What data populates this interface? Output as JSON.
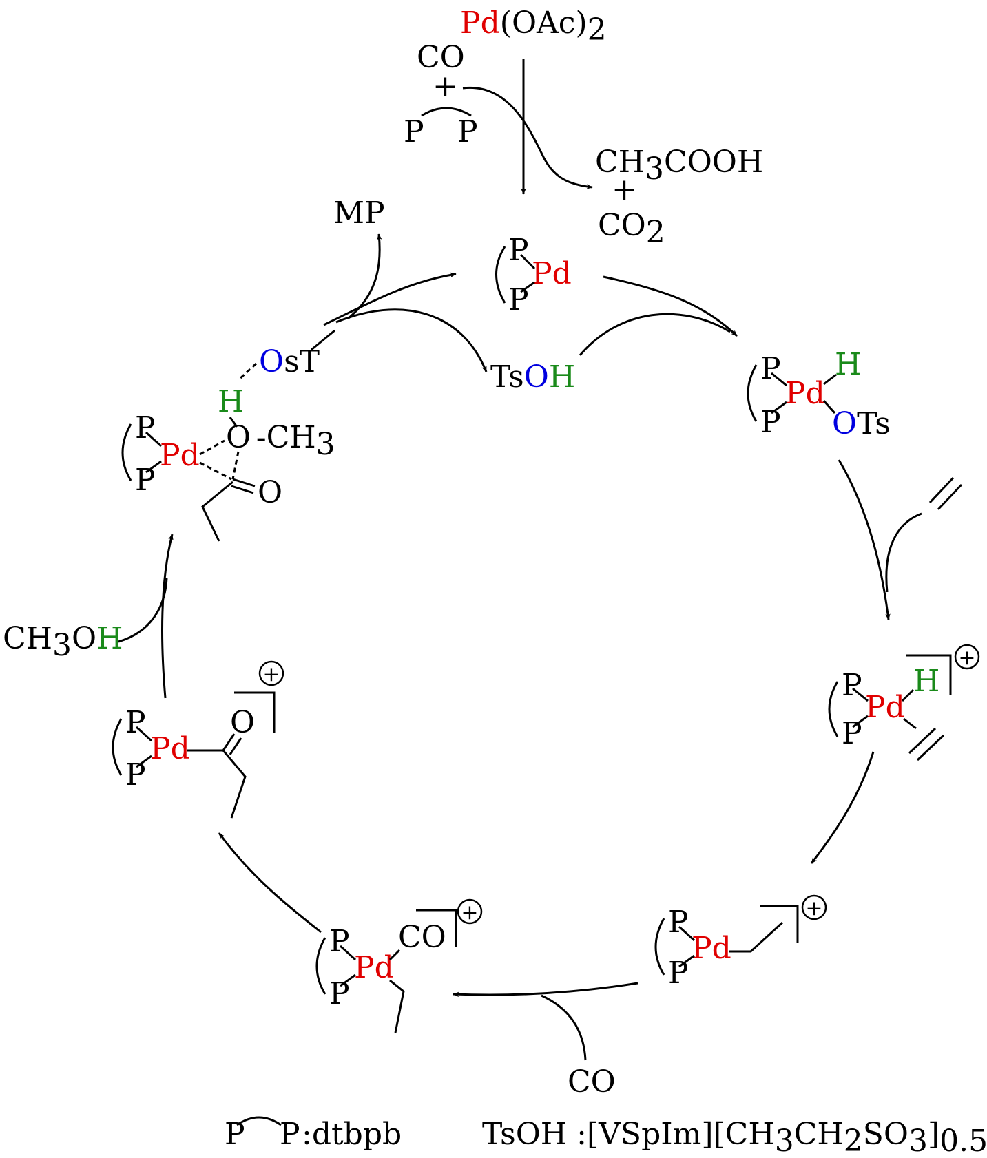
{
  "precursor": {
    "pd": "Pd",
    "oac2": "(OAc)",
    "sub2": "2",
    "co": "CO",
    "plus": "+",
    "p1": "P",
    "p2": "P"
  },
  "byproducts": {
    "ch3cooh_pre": "CH",
    "ch3cooh_sub": "3",
    "ch3cooh_post": "COOH",
    "plus": "+",
    "co2_pre": "CO",
    "co2_sub": "2"
  },
  "mp": "MP",
  "tsoh_mid": {
    "ts": "Ts",
    "o": "O",
    "h": "H"
  },
  "pd0": {
    "p1": "P",
    "pd": "Pd",
    "p2": "P"
  },
  "pdh_ots": {
    "p1": "P",
    "pd": "Pd",
    "p2": "P",
    "h": "H",
    "o": "O",
    "ts": "Ts"
  },
  "pdh_ethene": {
    "p1": "P",
    "pd": "Pd",
    "p2": "P",
    "h": "H",
    "charge": "+"
  },
  "pd_ethyl": {
    "p1": "P",
    "pd": "Pd",
    "p2": "P",
    "charge": "+"
  },
  "pd_co_ethyl": {
    "p1": "P",
    "pd": "Pd",
    "p2": "P",
    "co": "CO",
    "charge": "+"
  },
  "co_reagent": "CO",
  "pd_acyl": {
    "p1": "P",
    "pd": "Pd",
    "p2": "P",
    "o": "O",
    "charge": "+"
  },
  "methanol": {
    "ch": "CH",
    "sub": "3",
    "o": "O",
    "h": "H"
  },
  "methanolysis_ts": {
    "ost_o": "O",
    "ost_st": "sT",
    "h": "H",
    "p1": "P",
    "pd": "Pd",
    "p2": "P",
    "o": "O",
    "dash": "-",
    "ch": "CH",
    "sub": "3",
    "carbonyl_o": "O"
  },
  "legend": {
    "p1": "P",
    "p2": "P",
    "dtbpb": ":dtbpb",
    "tsoh": "TsOH :[VSpIm][CH",
    "sub3": "3",
    "ch2": "CH",
    "sub2": "2",
    "so": "SO",
    "sub3b": "3",
    "bracket": "]",
    "sub05": "0.5"
  }
}
